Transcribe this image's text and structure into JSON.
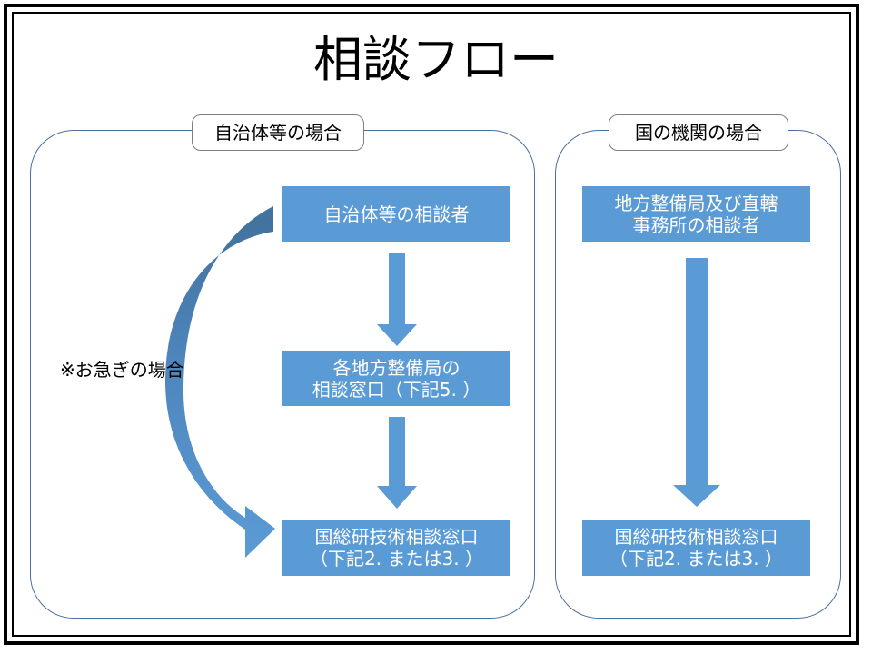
{
  "title": "相談フロー",
  "left_section": {
    "label": "自治体等の場合",
    "consultant": "自治体等の相談者",
    "regional_window": "各地方整備局の\n相談窓口（下記5. ）",
    "nilim_window": "国総研技術相談窓口\n（下記2. または3. ）",
    "urgent_note": "※お急ぎの場合"
  },
  "right_section": {
    "label": "国の機関の場合",
    "consultant": "地方整備局及び直轄\n事務所の相談者",
    "nilim_window": "国総研技術相談窓口\n（下記2. または3. ）"
  },
  "colors": {
    "box_fill": "#5b9bd5",
    "box_text": "#ffffff",
    "panel_border": "#4a6f9f",
    "arrow": "#5b9bd5",
    "curved_arrow_top": "#41719c"
  }
}
